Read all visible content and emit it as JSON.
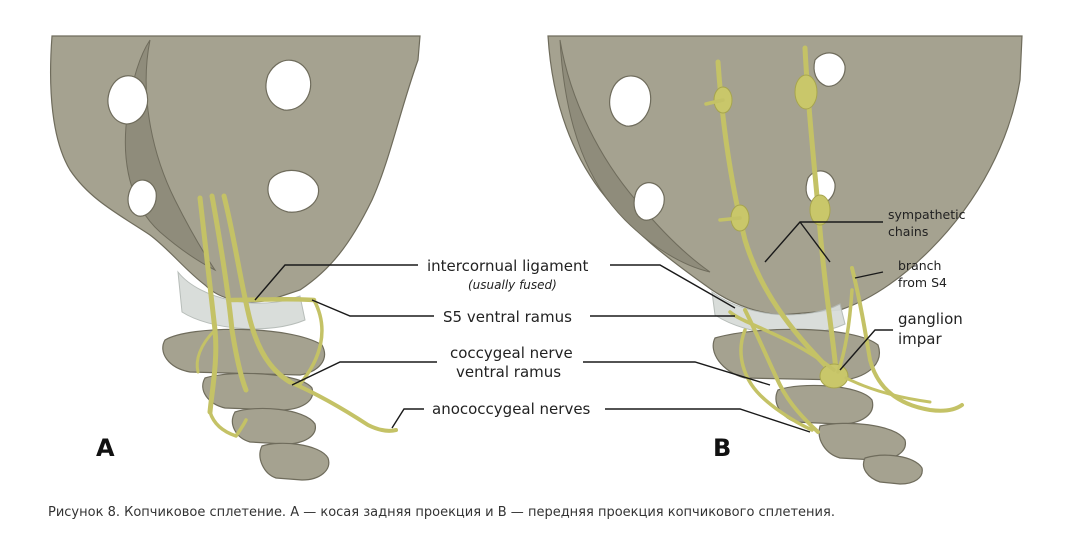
{
  "panels": {
    "a": {
      "letter": "A"
    },
    "b": {
      "letter": "B"
    }
  },
  "labels": {
    "intercornual_ligament": "intercornual ligament",
    "usually_fused": "(usually fused)",
    "s5_ventral_ramus": "S5 ventral ramus",
    "coccygeal_nerve_line1": "coccygeal nerve",
    "coccygeal_nerve_line2": "ventral ramus",
    "anococcygeal_nerves": "anococcygeal nerves",
    "sympathetic_line1": "sympathetic",
    "sympathetic_line2": "chains",
    "branch_line1": "branch",
    "branch_line2": "from S4",
    "ganglion_line1": "ganglion",
    "ganglion_line2": "impar"
  },
  "caption": "Рисунок 8. Копчиковое сплетение. А — косая задняя проекция и В — передняя проекция копчикового сплетения.",
  "colors": {
    "bone": "#a5a290",
    "nerve": "#c4c266",
    "ligament": "#d7dcd9",
    "leader": "#1a1a1a"
  }
}
